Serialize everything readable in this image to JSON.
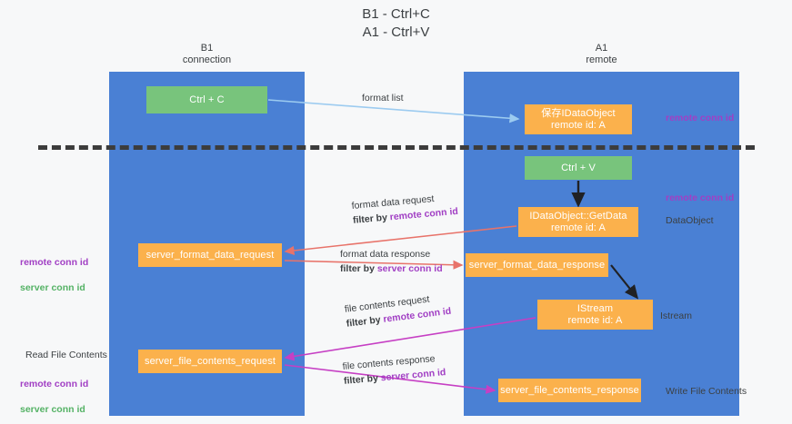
{
  "title": "B1 - Ctrl+C\nA1 - Ctrl+V",
  "lanes": [
    {
      "id": "b1",
      "title": "B1\nconnection",
      "color": "#4a80d4"
    },
    {
      "id": "a1",
      "title": "A1\nremote",
      "color": "#4a80d4"
    }
  ],
  "colors": {
    "lane": "#4a80d4",
    "green_node": "#78c47c",
    "orange_node": "#fbb14c",
    "purple_text": "#a13fc4",
    "green_text": "#54b265",
    "arrow_blue": "#9ccbf0",
    "arrow_red": "#e8736a",
    "arrow_magenta": "#c63fc4",
    "arrow_black": "#202124",
    "divider": "#3c3c3c",
    "background": "#f7f8f9"
  },
  "nodes": {
    "ctrl_c": "Ctrl + C",
    "idataobject": "保存IDataObject\nremote id: A",
    "ctrl_v": "Ctrl + V",
    "getdata": "IDataObject::GetData\nremote id: A",
    "server_format_data_request": "server_format_data_request",
    "server_format_data_response": "server_format_data_response",
    "istream": "IStream\nremote id: A",
    "server_file_contents_request": "server_file_contents_request",
    "server_file_contents_response": "server_file_contents_response"
  },
  "side_labels": {
    "remote_conn_id_top": "remote conn id",
    "remote_conn_id_mid": "remote conn id",
    "dataobject": "DataObject",
    "istream": "Istream",
    "write_file_contents": "Write File Contents",
    "read_file_contents": "Read File Contents",
    "left_conn_ids_1": {
      "line1": "remote conn id",
      "line2": "server conn id"
    },
    "left_conn_ids_2": {
      "line1": "remote conn id",
      "line2": "server conn id"
    }
  },
  "edge_labels": {
    "format_list": "format list",
    "format_data_request": {
      "line1": "format data request",
      "prefix": "filter by ",
      "highlight": "remote conn id"
    },
    "format_data_response": {
      "line1": "format data response",
      "prefix": "filter by ",
      "highlight": "server conn id"
    },
    "file_contents_request": {
      "line1": "file contents request",
      "prefix": "filter by ",
      "highlight": "remote conn id"
    },
    "file_contents_response": {
      "line1": "file contents response",
      "prefix": "filter by ",
      "highlight": "server conn id"
    }
  }
}
